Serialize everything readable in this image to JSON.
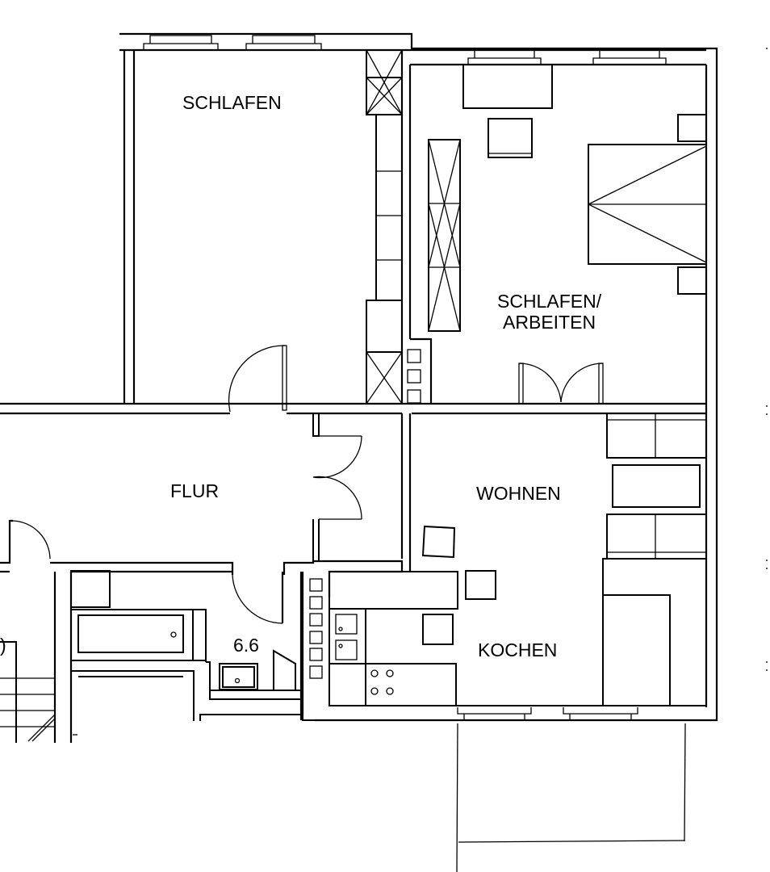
{
  "plan": {
    "line_color": "#000000",
    "background": "#ffffff",
    "rooms": [
      {
        "id": "schlafen",
        "label": "SCHLAFEN"
      },
      {
        "id": "schlafen-arbeiten",
        "label_line1": "SCHLAFEN/",
        "label_line2": "ARBEITEN"
      },
      {
        "id": "flur",
        "label": "FLUR"
      },
      {
        "id": "wohnen",
        "label": "WOHNEN"
      },
      {
        "id": "kochen",
        "label": "KOCHEN"
      },
      {
        "id": "bad",
        "label": "6.6"
      }
    ],
    "partial_label": ")"
  }
}
